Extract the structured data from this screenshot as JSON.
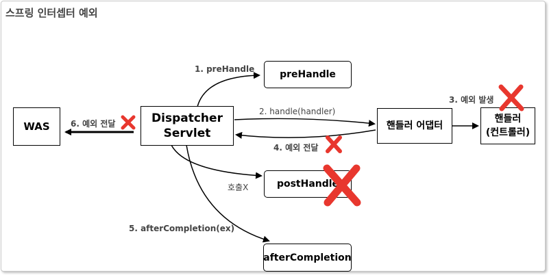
{
  "title": "스프링 인터셉터 예외",
  "nodes": {
    "was": "WAS",
    "dispatcher_line1": "Dispatcher",
    "dispatcher_line2": "Servlet",
    "prehandle": "preHandle",
    "adapter": "핸들러 어댑터",
    "handler_line1": "핸들러",
    "handler_line2": "(컨트롤러)",
    "posthandle": "postHandle",
    "aftercompletion": "afterCompletion"
  },
  "labels": {
    "step1": "1. preHandle",
    "step2": "2. handle(handler)",
    "step3": "3. 예외 발생",
    "step4": "4. 예외 전달",
    "step5": "5. afterCompletion(ex)",
    "step6": "6. 예외 전달",
    "no_call": "호출X"
  },
  "colors": {
    "cross": "#e8372e",
    "edge": "#000000"
  }
}
